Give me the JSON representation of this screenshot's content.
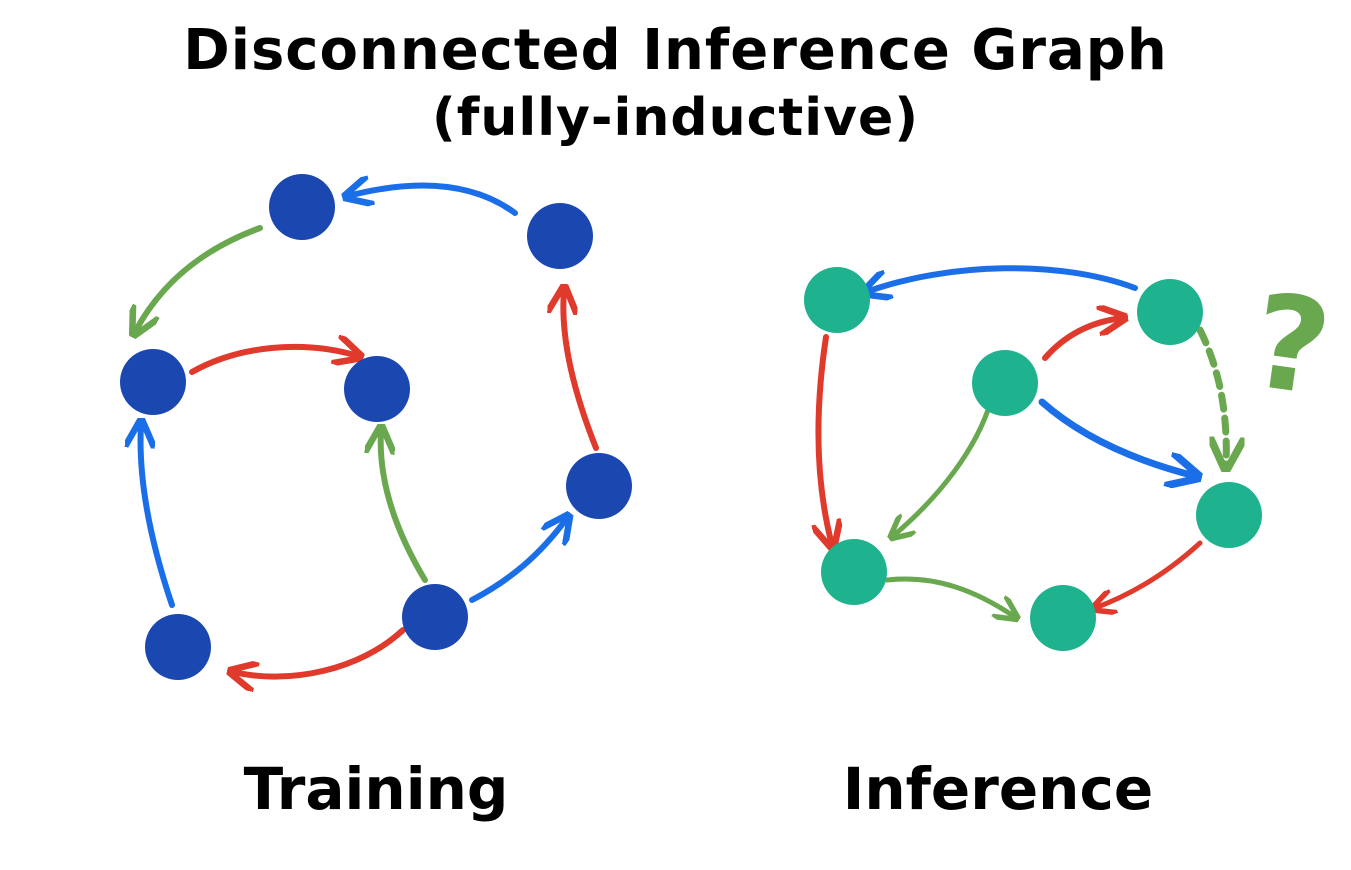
{
  "title": {
    "line1": "Disconnected Inference Graph",
    "line2": "(fully-inductive)"
  },
  "panels": {
    "training": {
      "label": "Training",
      "node_color": "#1a47b0"
    },
    "inference": {
      "label": "Inference",
      "node_color": "#1fb28f"
    }
  },
  "edge_colors": {
    "blue": "#1a6fe8",
    "red": "#e03a2c",
    "green": "#6aa84f"
  },
  "question_mark": {
    "text": "?",
    "color": "#6aa84f"
  }
}
